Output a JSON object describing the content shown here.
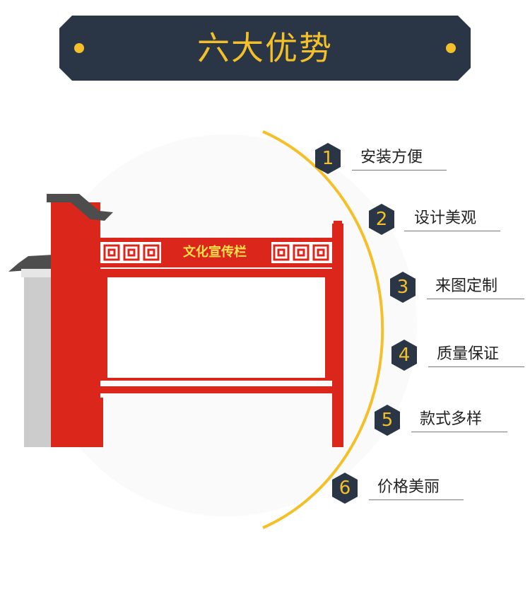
{
  "header": {
    "title": "六大优势"
  },
  "sign": {
    "title": "文化宣传栏"
  },
  "advantages": [
    {
      "number": "1",
      "label": "安装方便"
    },
    {
      "number": "2",
      "label": "设计美观"
    },
    {
      "number": "3",
      "label": "来图定制"
    },
    {
      "number": "4",
      "label": "质量保证"
    },
    {
      "number": "5",
      "label": "款式多样"
    },
    {
      "number": "6",
      "label": "价格美丽"
    }
  ],
  "colors": {
    "navy": "#2a3646",
    "gold": "#f4c02a",
    "red": "#db261c",
    "roof": "#4d4d4d",
    "wall": "#cccccc"
  }
}
